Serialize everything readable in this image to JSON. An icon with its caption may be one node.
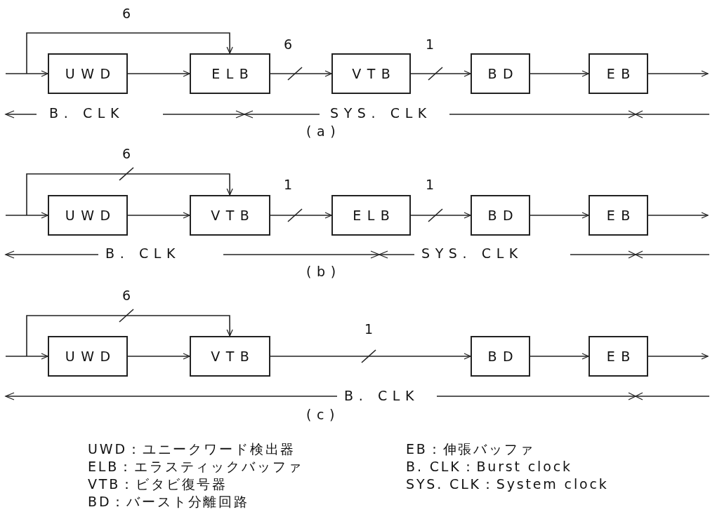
{
  "diagram": {
    "nodes": [
      {
        "text": [
          "UWD"
        ]
      },
      {
        "text": [
          "ELB"
        ]
      },
      {
        "text": [
          "VTB"
        ]
      },
      {
        "text": [
          "BD"
        ]
      },
      {
        "text": [
          "EB"
        ]
      },
      {
        "text": [
          "UWD"
        ]
      },
      {
        "text": [
          "VTB"
        ]
      },
      {
        "text": [
          "ELB"
        ]
      },
      {
        "text": [
          "BD"
        ]
      },
      {
        "text": [
          "EB"
        ]
      },
      {
        "text": [
          "UWD"
        ]
      },
      {
        "text": [
          "VTB"
        ]
      },
      {
        "text": [
          "BD"
        ]
      },
      {
        "text": [
          "EB"
        ]
      }
    ],
    "edges": [
      {
        "from": null,
        "to": 0,
        "arrow": "to"
      },
      {
        "from": null,
        "to": 1,
        "arrow": "to",
        "label": "6"
      },
      {
        "from": 0,
        "to": 1,
        "arrow": "to"
      },
      {
        "from": 1,
        "to": 2,
        "arrow": "to",
        "label": "6"
      },
      {
        "from": 2,
        "to": 3,
        "arrow": "to",
        "label": "1"
      },
      {
        "from": 3,
        "to": 4,
        "arrow": "to"
      },
      {
        "from": 4,
        "to": null,
        "arrow": "to"
      },
      {
        "from": null,
        "to": 5,
        "arrow": "to"
      },
      {
        "from": null,
        "to": 6,
        "arrow": "to",
        "label": "6"
      },
      {
        "from": 5,
        "to": 6,
        "arrow": "to"
      },
      {
        "from": 6,
        "to": 7,
        "arrow": "to",
        "label": "1"
      },
      {
        "from": 7,
        "to": 8,
        "arrow": "to",
        "label": "1"
      },
      {
        "from": 8,
        "to": 9,
        "arrow": "to"
      },
      {
        "from": 9,
        "to": null,
        "arrow": "to"
      },
      {
        "from": null,
        "to": 10,
        "arrow": "to"
      },
      {
        "from": null,
        "to": 11,
        "arrow": "to",
        "label": "6"
      },
      {
        "from": 10,
        "to": 11,
        "arrow": "to"
      },
      {
        "from": 11,
        "to": 12,
        "arrow": "to",
        "label": "1"
      },
      {
        "from": 12,
        "to": 13,
        "arrow": "to"
      },
      {
        "from": 13,
        "to": null,
        "arrow": "to"
      }
    ],
    "labels": [
      "B. CLK",
      "SYS. CLK",
      "(a)",
      "B. CLK",
      "SYS. CLK",
      "(b)",
      "B. CLK",
      "(c)",
      "UWD：ユニークワード検出器",
      "EB：伸張バッファ",
      "ELB：エラスティックバッファ",
      "B. CLK：Burst clock",
      "VTB：ビタビ復号器",
      "SYS. CLK：System clock",
      "BD：バースト分離回路"
    ]
  }
}
